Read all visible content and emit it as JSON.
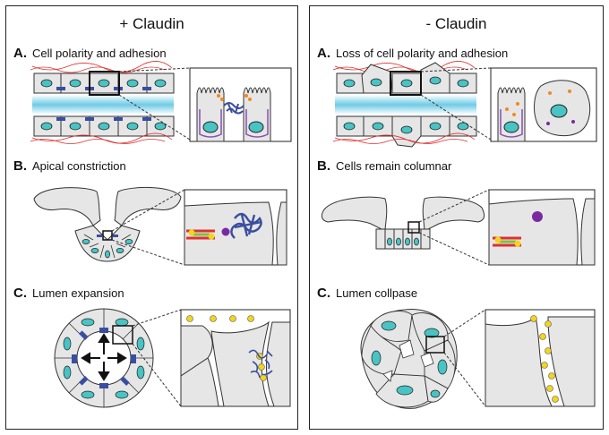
{
  "left": {
    "title": "+ Claudin",
    "sections": [
      {
        "letter": "A.",
        "text": "Cell polarity and adhesion"
      },
      {
        "letter": "B.",
        "text": "Apical constriction"
      },
      {
        "letter": "C.",
        "text": "Lumen expansion"
      }
    ]
  },
  "right": {
    "title": "- Claudin",
    "sections": [
      {
        "letter": "A.",
        "text": "Loss of cell polarity and adhesion"
      },
      {
        "letter": "B.",
        "text": "Cells remain columnar"
      },
      {
        "letter": "C.",
        "text": "Lumen collpase"
      }
    ]
  },
  "colors": {
    "cell_fill": "#e6e6e6",
    "nucleus": "#49c3c3",
    "claudin": "#3a4ea0",
    "matrix_red": "#e03030",
    "lumen_blue": "#7fd3ea",
    "yellow_dot": "#f2d51c",
    "orange_dot": "#f08a1e",
    "purple_dot": "#7a2aa0",
    "membrane_purple": "#8a4fb0",
    "green": "#7cbf3a"
  }
}
